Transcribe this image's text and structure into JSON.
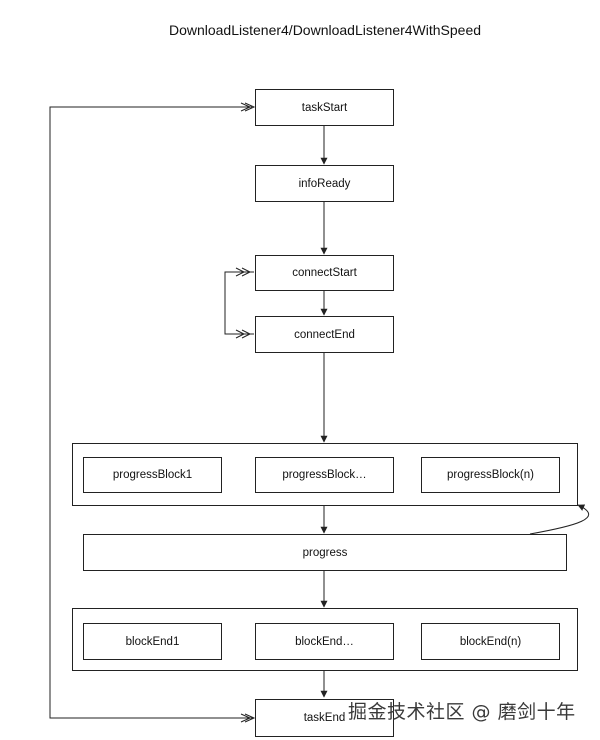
{
  "title": "DownloadListener4/DownloadListener4WithSpeed",
  "nodes": {
    "task_start": "taskStart",
    "info_ready": "infoReady",
    "connect_start": "connectStart",
    "connect_end": "connectEnd",
    "progress_blocks": [
      "progressBlock1",
      "progressBlock…",
      "progressBlock(n)"
    ],
    "progress": "progress",
    "block_ends": [
      "blockEnd1",
      "blockEnd…",
      "blockEnd(n)"
    ],
    "task_end": "taskEnd"
  },
  "watermark": "掘金技术社区 @ 磨剑十年",
  "colors": {
    "stroke": "#222222",
    "background": "#ffffff"
  }
}
